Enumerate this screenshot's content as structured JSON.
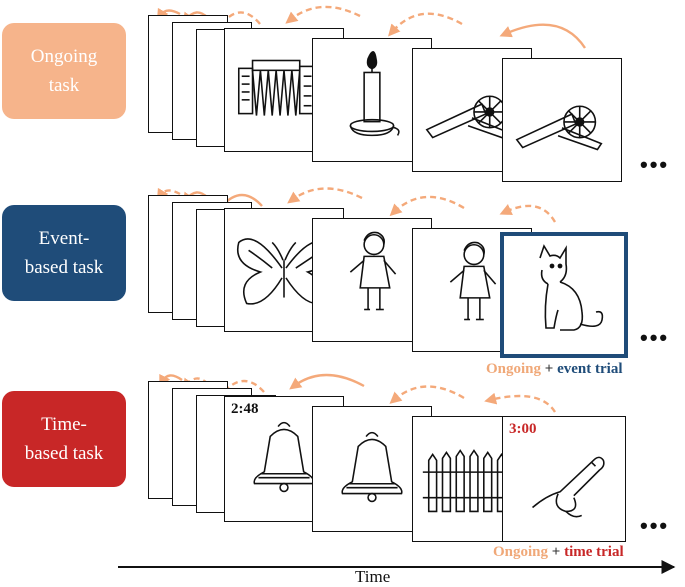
{
  "rows": [
    {
      "id": "ongoing",
      "label": "Ongoing\ntask"
    },
    {
      "id": "event",
      "label": "Event-\nbased task"
    },
    {
      "id": "time",
      "label": "Time-\nbased task"
    }
  ],
  "time_row": {
    "clock_a": "2:48",
    "clock_b": "3:00"
  },
  "captions": {
    "event": {
      "ongoing": "Ongoing",
      "plus": " + ",
      "trial": "event trial"
    },
    "time": {
      "ongoing": "Ongoing",
      "plus": " + ",
      "trial": "time trial"
    }
  },
  "ellipsis": "•••",
  "axis": {
    "label": "Time"
  },
  "colors": {
    "ongoing": "#f6b48b",
    "event": "#1f4c79",
    "time": "#c82727",
    "arrow": "#f4a97a"
  },
  "pictures": {
    "ongoing": [
      "accordion-icon",
      "candle-icon",
      "cannon-icon",
      "cannon-icon"
    ],
    "event": [
      "butterfly-icon",
      "doll-icon",
      "doll-icon",
      "cat-icon"
    ],
    "time": [
      "bell-icon",
      "bell-icon",
      "fence-icon",
      "hand-icon"
    ]
  }
}
